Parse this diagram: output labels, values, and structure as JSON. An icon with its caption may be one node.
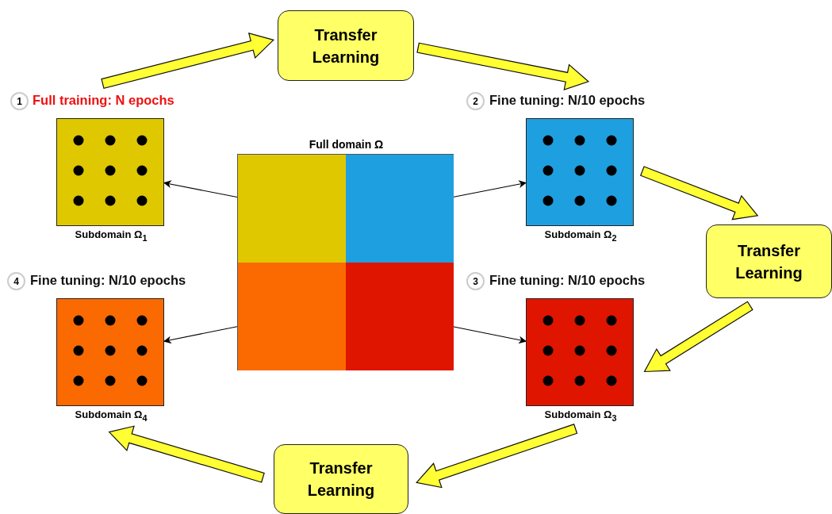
{
  "diagram": {
    "nodes": [
      {
        "text": [
          "Transfer Learning"
        ]
      },
      {
        "text": [
          "1"
        ]
      },
      {
        "text": [
          "Full training: N epochs",
          "Subdomain Ω$_{1}$"
        ]
      },
      {
        "text": [
          "2"
        ]
      },
      {
        "text": [
          "Fine tuning: N/10 epochs",
          "Subdomain Ω$_{2}$"
        ]
      },
      {
        "text": [
          "Full domain Ω"
        ]
      },
      {
        "text": [],
        "shape": "box",
        "in": 5
      },
      {
        "text": [],
        "shape": "box",
        "in": 5
      },
      {
        "text": [],
        "shape": "box",
        "in": 5
      },
      {
        "text": [],
        "shape": "box",
        "in": 5
      },
      {
        "text": [
          "Transfer Learning"
        ]
      },
      {
        "text": [
          "4"
        ]
      },
      {
        "text": [
          "Fine tuning: N/10 epochs",
          "Subdomain Ω$_{4}$"
        ]
      },
      {
        "text": [
          "3"
        ]
      },
      {
        "text": [
          "Fine tuning: N/10 epochs",
          "Subdomain Ω$_{3}$"
        ]
      },
      {
        "text": [
          "Transfer Learning"
        ]
      }
    ],
    "edges": [
      {
        "from": 2,
        "to": 0,
        "arrow": "to",
        "style": "thick",
        "color": "#ffff33"
      },
      {
        "from": 0,
        "to": 4,
        "arrow": "to",
        "style": "thick",
        "color": "#ffff33"
      },
      {
        "from": 4,
        "to": 10,
        "arrow": "to",
        "style": "thick",
        "color": "#ffff33"
      },
      {
        "from": 10,
        "to": 14,
        "arrow": "to",
        "style": "thick",
        "color": "#ffff33"
      },
      {
        "from": 14,
        "to": 15,
        "arrow": "to",
        "style": "thick",
        "color": "#ffff33"
      },
      {
        "from": 15,
        "to": 12,
        "arrow": "to",
        "style": "thick",
        "color": "#ffff33"
      },
      {
        "from": 6,
        "to": 2,
        "arrow": "to"
      },
      {
        "from": 7,
        "to": 4,
        "arrow": "to"
      },
      {
        "from": 8,
        "to": 12,
        "arrow": "to"
      },
      {
        "from": 9,
        "to": 14,
        "arrow": "to"
      }
    ]
  }
}
